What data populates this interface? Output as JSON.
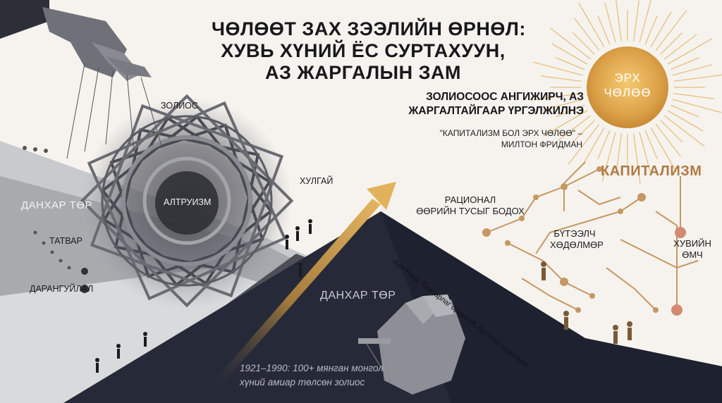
{
  "title_lines": [
    "ЧӨЛӨӨТ ЗАХ ЗЭЭЛИЙН ӨРНӨЛ:",
    "ХУВЬ ХҮНИЙ ЁС СУРТАХУУН,",
    "АЗ ЖАРГАЛЫН ЗАМ"
  ],
  "subtitle_lines": [
    "ЗОЛИОСООС АНГИЖИРЧ, АЗ",
    "ЖАРГАЛТАЙГААР ҮРГЭЛЖИЛНЭ"
  ],
  "quote_lines": [
    "\"КАПИТАЛИЗМ БОЛ ЭРХ ЧӨЛӨӨ\" –",
    "МИЛТОН ФРИДМАН"
  ],
  "sun_lines": [
    "ЭРХ",
    "ЧӨЛӨӨ"
  ],
  "capitalism": "КАПИТАЛИЗМ",
  "left_labels": {
    "sacrifice": "ЗОЛИОС",
    "double_prison_left": "ДАНХАР ТӨР",
    "altruism": "АЛТРУИЗМ",
    "theft": "ХУЛГАЙ",
    "tax": "ТАТВАР",
    "tyranny": "ДАРАНГУЙЛАЛ"
  },
  "center_label": "ДАНХАР ТӨР",
  "right_labels": {
    "rational": [
      "РАЦИОНАЛ",
      "ӨӨРИЙН ТУСЫГ БОДОХ"
    ],
    "productive_work": [
      "БҮТЭЭЛЧ",
      "ХӨДӨЛМӨР"
    ],
    "private_property": [
      "ХУВИЙН",
      "ӨМЧ"
    ]
  },
  "diagonal_text": "Айн Рэнд: Баатарлаг оршихуй, бүтээлч хөдөлмөр",
  "bottom_caption": [
    "1921–1990: 100+ мянган монгол",
    "хүний амиар төлсөн золиос"
  ],
  "colors": {
    "background": "#f6f3ee",
    "dark_mountain": "#262a38",
    "gold": "#c9953f",
    "copper": "#b07a45",
    "gray_slope": "#6d6f75"
  }
}
